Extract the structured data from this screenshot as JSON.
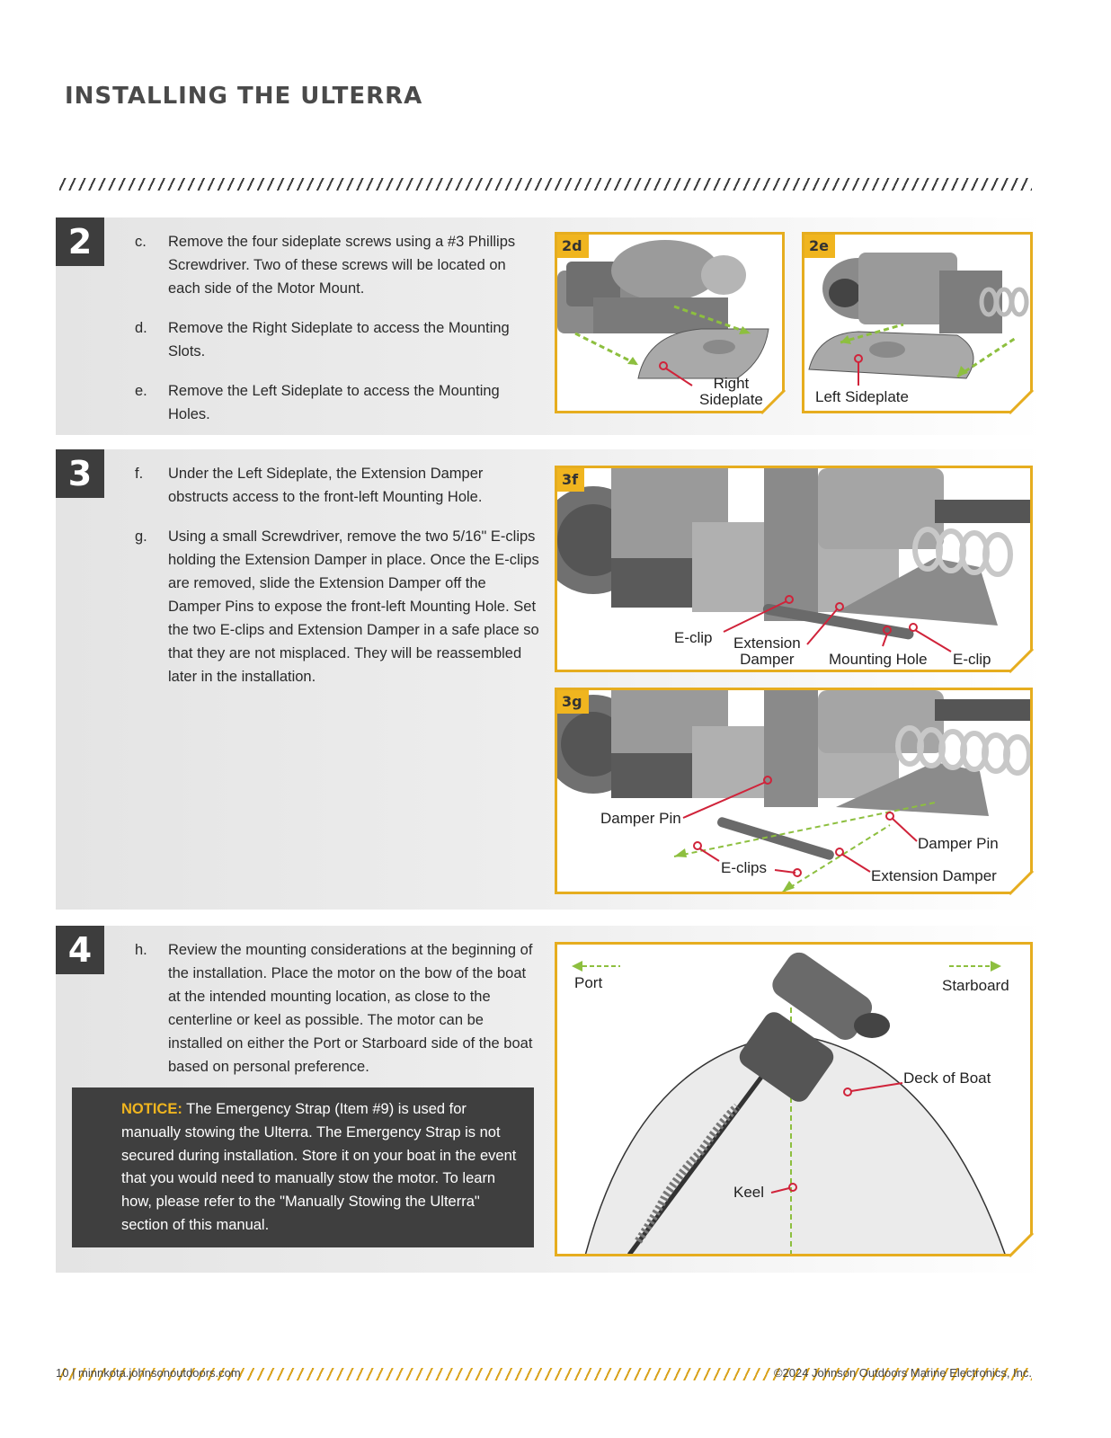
{
  "page": {
    "title": "INSTALLING THE ULTERRA"
  },
  "steps": [
    {
      "number": "2",
      "items": [
        {
          "letter": "c.",
          "text": "Remove the four sideplate screws using a #3 Phillips Screwdriver. Two of these screws will be located on each side of the Motor Mount."
        },
        {
          "letter": "d.",
          "text": "Remove the Right Sideplate to access the Mounting Slots."
        },
        {
          "letter": "e.",
          "text": "Remove the Left Sideplate to access the Mounting Holes."
        }
      ]
    },
    {
      "number": "3",
      "items": [
        {
          "letter": "f.",
          "text": "Under the Left Sideplate, the Extension Damper obstructs access to the front-left Mounting Hole."
        },
        {
          "letter": "g.",
          "text": "Using a small Screwdriver, remove the two 5/16\" E-clips holding the Extension Damper in place. Once the E-clips are removed, slide the Extension Damper off the Damper Pins to expose the front-left Mounting Hole. Set the two E-clips and Extension Damper in a safe place so that they are not misplaced. They will be reassembled later in the installation."
        }
      ]
    },
    {
      "number": "4",
      "items": [
        {
          "letter": "h.",
          "text": "Review the mounting considerations at the beginning of the installation. Place the motor on the bow of the boat at the intended mounting location, as close to the centerline or keel as possible. The motor can be installed on either the Port or Starboard side of the boat based on personal preference."
        }
      ]
    }
  ],
  "notice": {
    "label": "NOTICE:",
    "text": " The Emergency Strap (Item #9) is used for manually stowing the Ulterra. The Emergency Strap is not secured during installation. Store it on your boat in the event that you would need to manually stow the motor. To learn how, please refer to the \"Manually Stowing the Ulterra\" section of this manual."
  },
  "figures": {
    "f2d": {
      "tag": "2d",
      "labels": [
        "Right",
        "Sideplate"
      ]
    },
    "f2e": {
      "tag": "2e",
      "labels": [
        "Left Sideplate"
      ]
    },
    "f3f": {
      "tag": "3f",
      "labels": [
        "E-clip",
        "Extension",
        "Damper",
        "Mounting Hole",
        "E-clip"
      ]
    },
    "f3g": {
      "tag": "3g",
      "labels": [
        "Damper Pin",
        "Damper Pin",
        "E-clips",
        "Extension Damper"
      ]
    },
    "f4": {
      "labels": [
        "Port",
        "Starboard",
        "Deck of Boat",
        "Keel"
      ]
    }
  },
  "footer": {
    "left": "10 | minnkota.johnsonoutdoors.com",
    "right": "©2024 Johnson Outdoors Marine Electronics, Inc."
  },
  "colors": {
    "accent": "#e6ad1f",
    "callout_line": "#d0233a",
    "arrow": "#8dbf3f",
    "step_badge": "#3d3d3d"
  }
}
